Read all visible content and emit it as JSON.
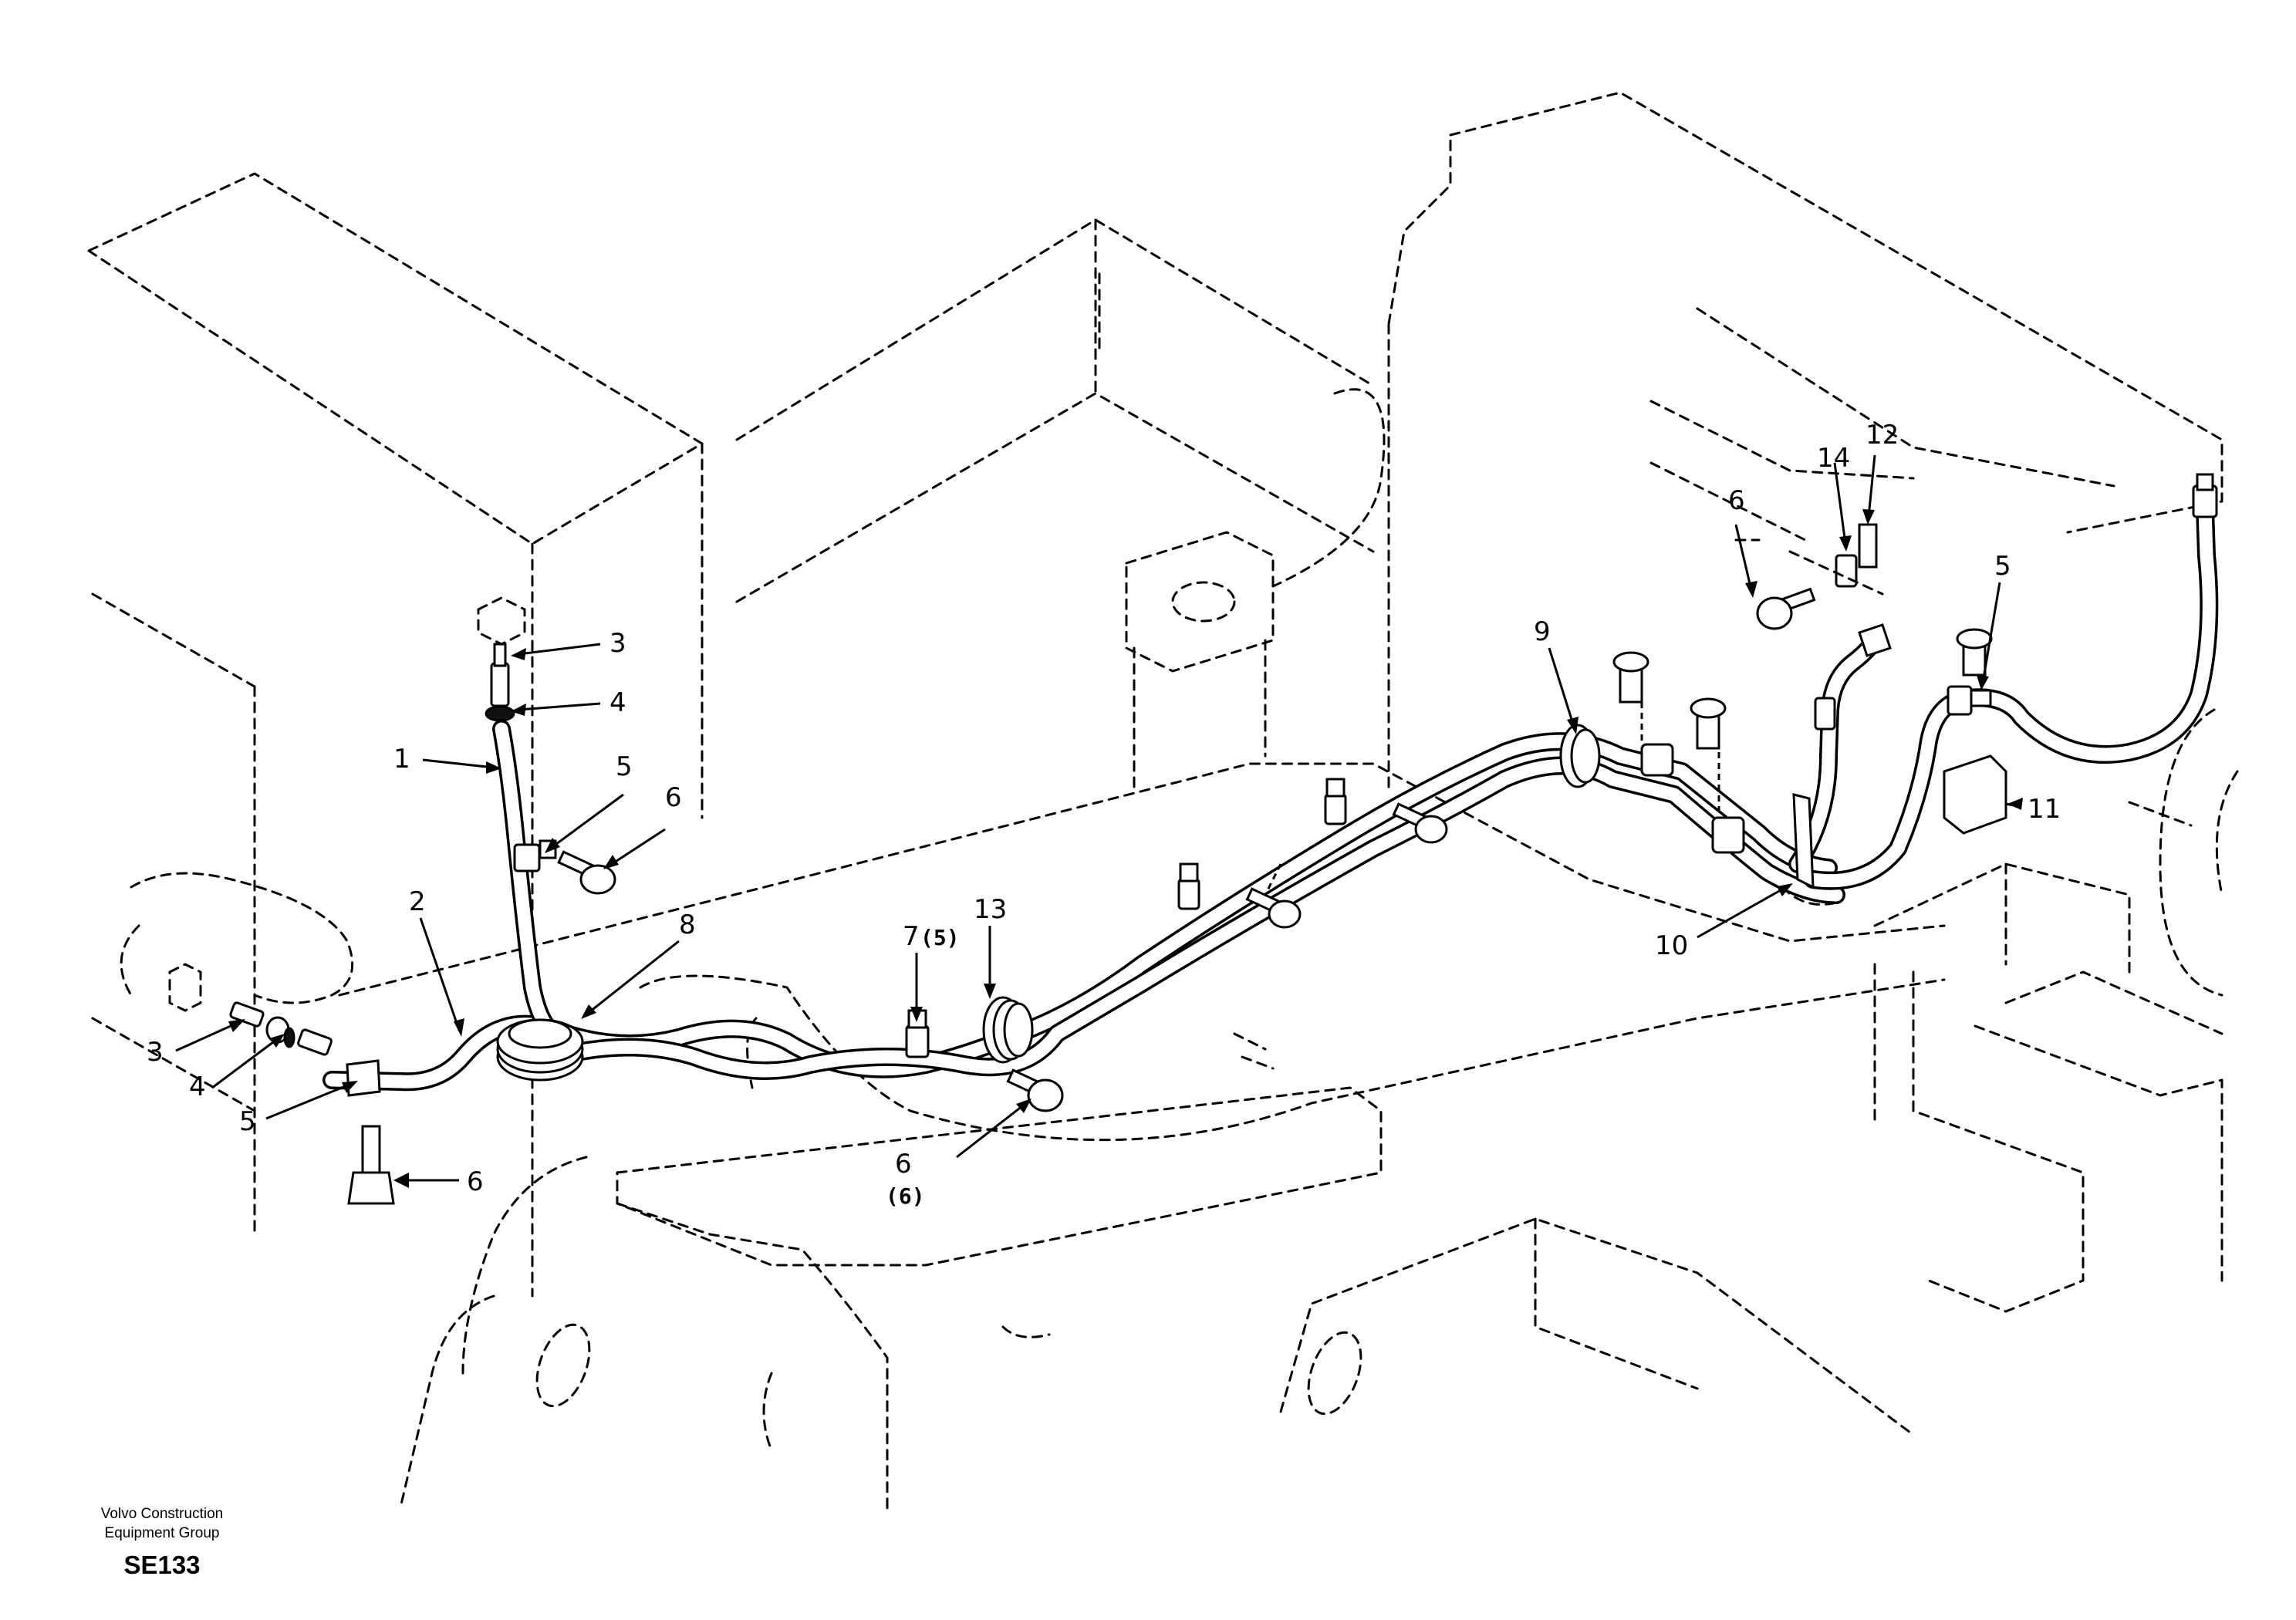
{
  "callouts": [
    {
      "id": "c1",
      "text": "1"
    },
    {
      "id": "c2",
      "text": "2"
    },
    {
      "id": "c3a",
      "text": "3"
    },
    {
      "id": "c3b",
      "text": "3"
    },
    {
      "id": "c4a",
      "text": "4"
    },
    {
      "id": "c4b",
      "text": "4"
    },
    {
      "id": "c5a",
      "text": "5"
    },
    {
      "id": "c5b",
      "text": "5"
    },
    {
      "id": "c5c",
      "text": "5"
    },
    {
      "id": "c6a",
      "text": "6"
    },
    {
      "id": "c6b",
      "text": "6"
    },
    {
      "id": "c6c",
      "text": "6"
    },
    {
      "id": "c6d",
      "text": "6"
    },
    {
      "id": "c7",
      "text": "7"
    },
    {
      "id": "c8",
      "text": "8"
    },
    {
      "id": "c9",
      "text": "9"
    },
    {
      "id": "c10",
      "text": "10"
    },
    {
      "id": "c11",
      "text": "11"
    },
    {
      "id": "c12",
      "text": "12"
    },
    {
      "id": "c13",
      "text": "13"
    },
    {
      "id": "c14",
      "text": "14"
    }
  ],
  "subnotes": {
    "c7_qty": "(5)",
    "c6_qty": "(6)"
  },
  "footer": {
    "line1": "Volvo Construction",
    "line2": "Equipment Group",
    "code": "SE133"
  }
}
